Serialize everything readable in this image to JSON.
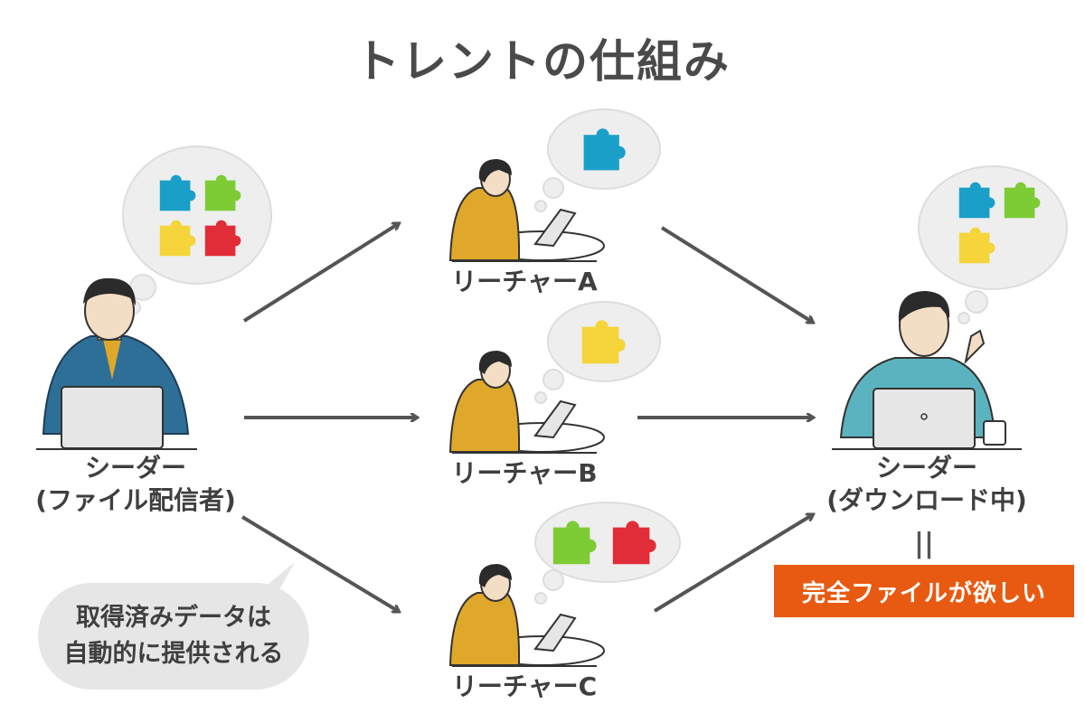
{
  "title": "トレントの仕組み",
  "seeder": {
    "line1": "シーダー",
    "line2": "(ファイル配信者)"
  },
  "leechers": [
    {
      "label": "リーチャーA",
      "pieces": [
        "blue"
      ]
    },
    {
      "label": "リーチャーB",
      "pieces": [
        "yellow"
      ]
    },
    {
      "label": "リーチャーC",
      "pieces": [
        "green",
        "red"
      ]
    }
  ],
  "downloader": {
    "line1": "シーダー",
    "line2": "(ダウンロード中)",
    "equals": "||"
  },
  "note": {
    "line1": "取得済みデータは",
    "line2": "自動的に提供される"
  },
  "goal": "完全ファイルが欲しい",
  "colors": {
    "blue": "#1a9fc9",
    "green": "#7dcc35",
    "yellow": "#f5d53a",
    "red": "#e12d38",
    "accent": "#e85a12",
    "arrow": "#555555",
    "bubble": "#eeeeee",
    "suit_blue": "#2e6f98",
    "suit_yellow": "#e0a82a",
    "shirt_teal": "#5bb3bf"
  }
}
